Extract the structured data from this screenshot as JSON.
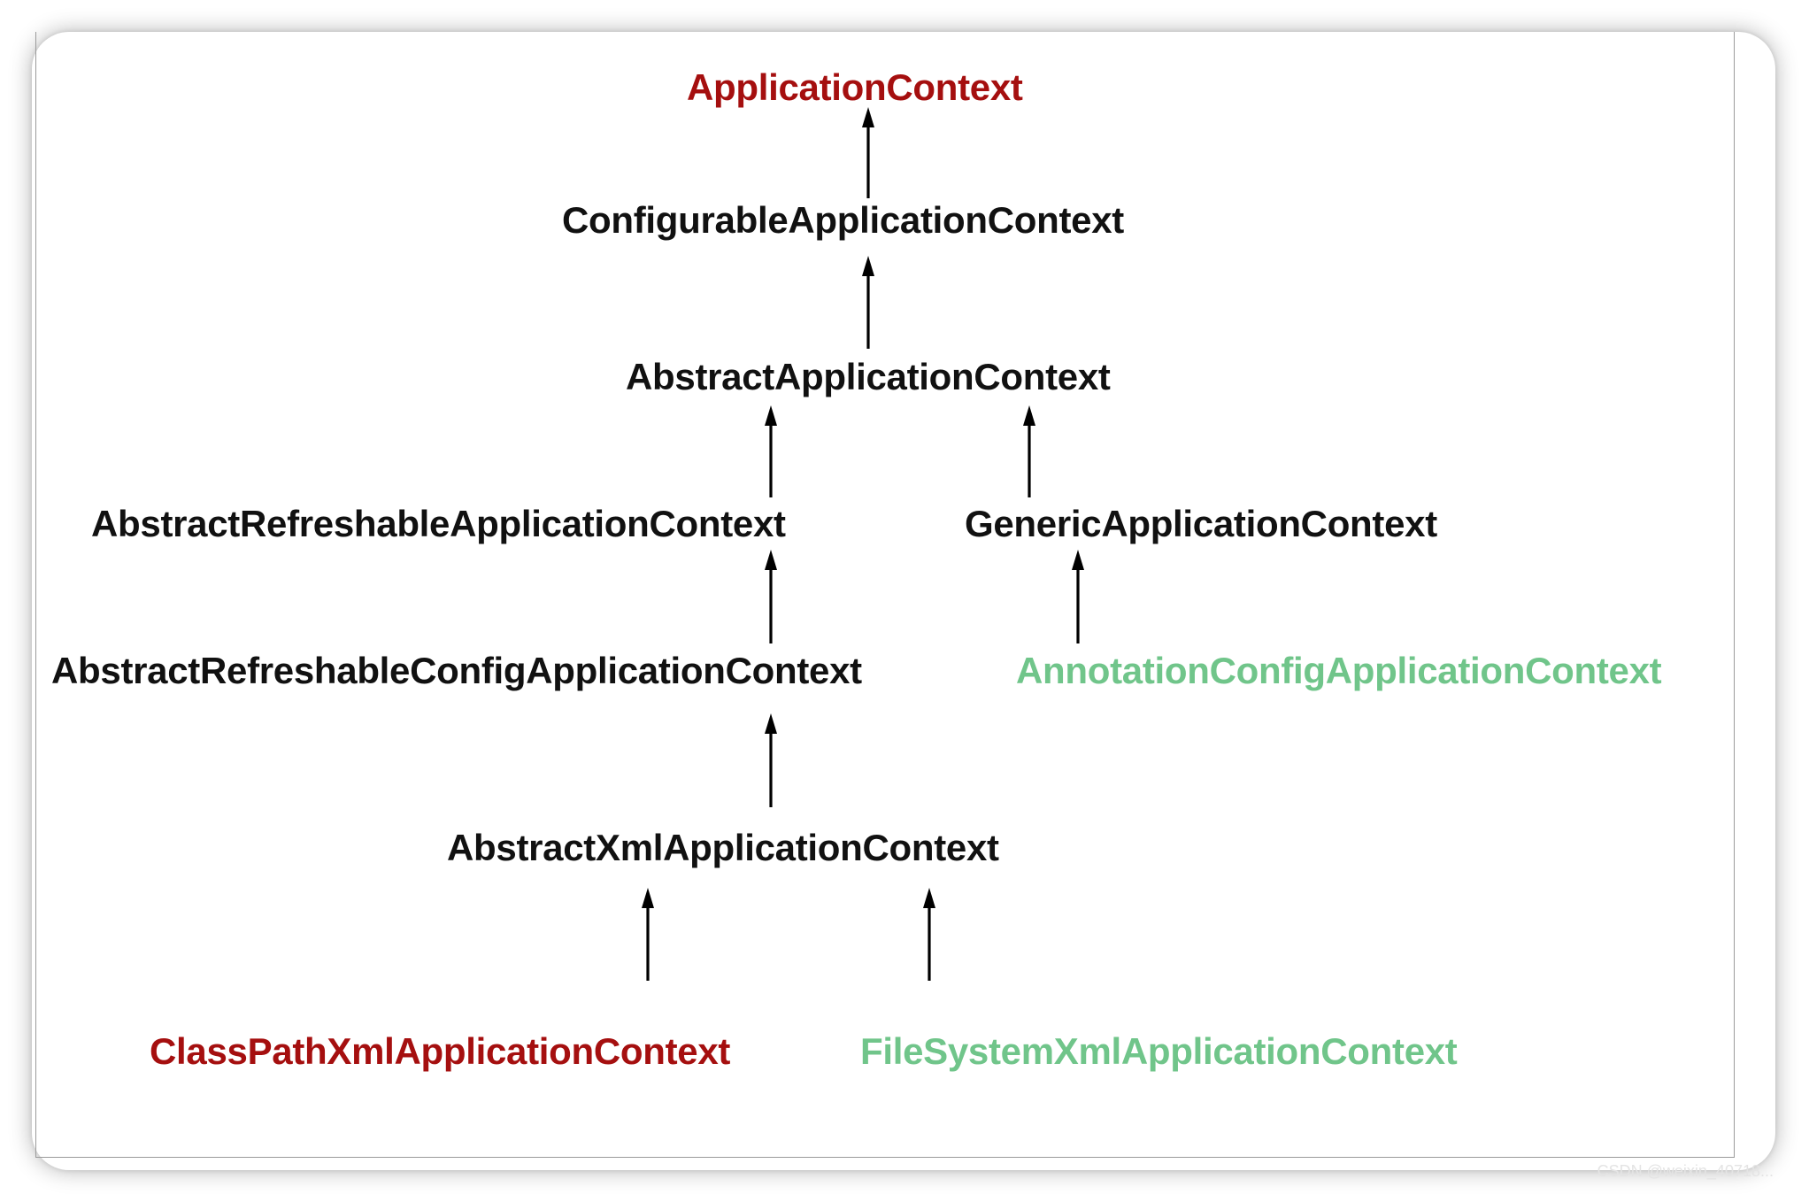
{
  "nodes": {
    "application_context": {
      "label": "ApplicationContext",
      "color": "#a50f0f"
    },
    "configurable_application_context": {
      "label": "ConfigurableApplicationContext",
      "color": "#111111"
    },
    "abstract_application_context": {
      "label": "AbstractApplicationContext",
      "color": "#111111"
    },
    "abstract_refreshable_application_context": {
      "label": "AbstractRefreshableApplicationContext",
      "color": "#111111"
    },
    "generic_application_context": {
      "label": "GenericApplicationContext",
      "color": "#111111"
    },
    "abstract_refreshable_config_application_context": {
      "label": "AbstractRefreshableConfigApplicationContext",
      "color": "#111111"
    },
    "annotation_config_application_context": {
      "label": "AnnotationConfigApplicationContext",
      "color": "#70c58a"
    },
    "abstract_xml_application_context": {
      "label": "AbstractXmlApplicationContext",
      "color": "#111111"
    },
    "class_path_xml_application_context": {
      "label": "ClassPathXmlApplicationContext",
      "color": "#a50f0f"
    },
    "file_system_xml_application_context": {
      "label": "FileSystemXmlApplicationContext",
      "color": "#70c58a"
    }
  },
  "edges": [
    {
      "from": "configurable_application_context",
      "to": "application_context"
    },
    {
      "from": "abstract_application_context",
      "to": "configurable_application_context"
    },
    {
      "from": "abstract_refreshable_application_context",
      "to": "abstract_application_context"
    },
    {
      "from": "generic_application_context",
      "to": "abstract_application_context"
    },
    {
      "from": "abstract_refreshable_config_application_context",
      "to": "abstract_refreshable_application_context"
    },
    {
      "from": "annotation_config_application_context",
      "to": "generic_application_context"
    },
    {
      "from": "abstract_xml_application_context",
      "to": "abstract_refreshable_config_application_context"
    },
    {
      "from": "class_path_xml_application_context",
      "to": "abstract_xml_application_context"
    },
    {
      "from": "file_system_xml_application_context",
      "to": "abstract_xml_application_context"
    }
  ],
  "watermark": "CSDN @weixin_40718..."
}
